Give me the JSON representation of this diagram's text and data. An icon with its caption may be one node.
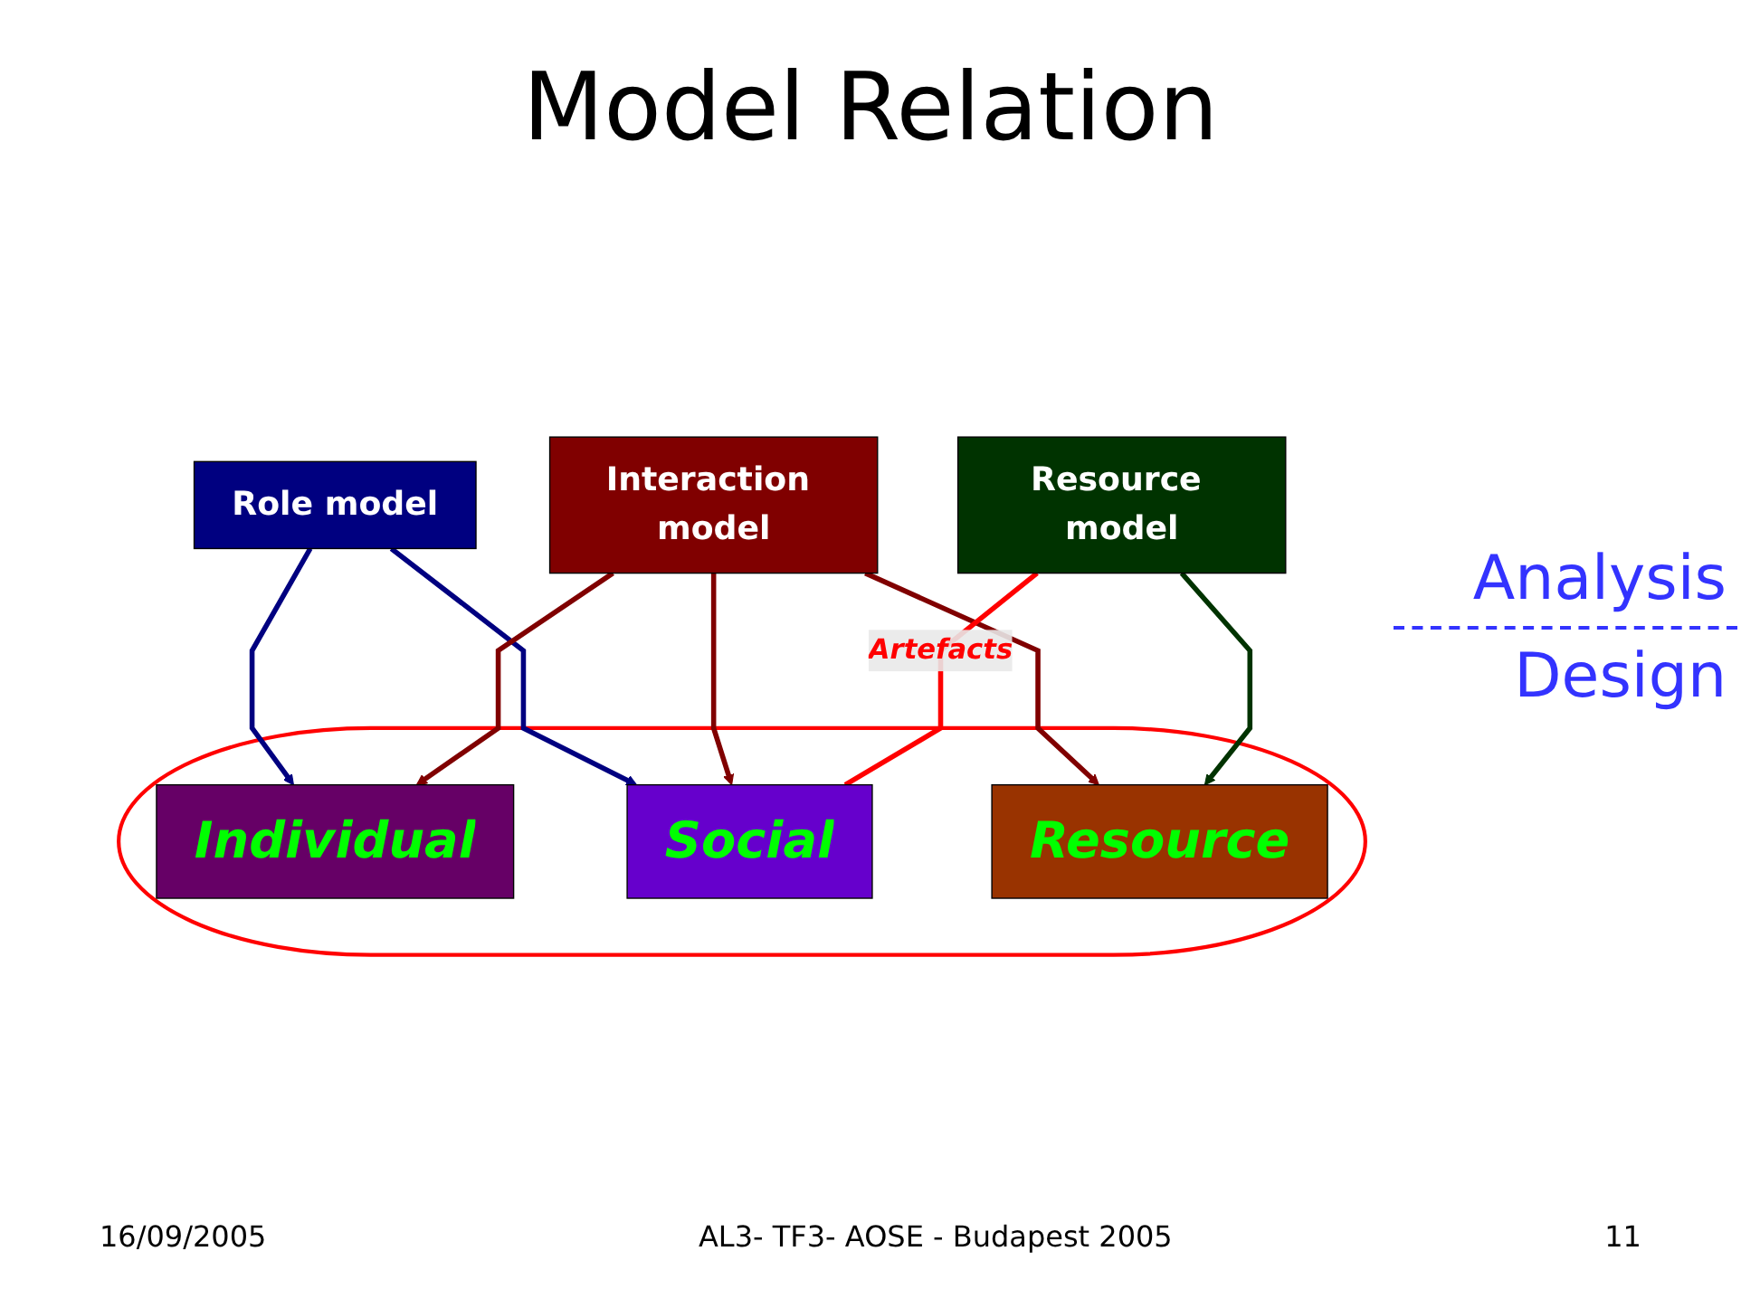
{
  "diagram": {
    "title": "Model Relation",
    "nodes": [
      {
        "text": [
          "Role model"
        ]
      },
      {
        "text": [
          "Interaction model"
        ]
      },
      {
        "text": [
          "Resource model"
        ]
      },
      {
        "text": [],
        "shape": "ellipse"
      },
      {
        "text": [
          "Individual"
        ],
        "in": 3
      },
      {
        "text": [
          "Social"
        ],
        "in": 3
      },
      {
        "text": [
          "Resource"
        ],
        "in": 3
      }
    ],
    "edges": [
      {
        "from": 0,
        "to": 4,
        "arrow": "to",
        "color": "#000080"
      },
      {
        "from": 0,
        "to": 5,
        "arrow": "to",
        "color": "#000080"
      },
      {
        "from": 1,
        "to": 4,
        "arrow": "to",
        "color": "#800000"
      },
      {
        "from": 1,
        "to": 5,
        "arrow": "to",
        "color": "#800000"
      },
      {
        "from": 1,
        "to": 6,
        "arrow": "to",
        "color": "#800000"
      },
      {
        "from": 2,
        "to": 6,
        "arrow": "to",
        "color": "#003300"
      },
      {
        "from": 5,
        "to": 2,
        "arrow": "none",
        "label": "Artefacts",
        "color": "#ff0000"
      }
    ],
    "labels": [
      "Analysis",
      "Design",
      "16/09/2005",
      "AL3- TF3- AOSE - Budapest 2005",
      "11"
    ]
  }
}
